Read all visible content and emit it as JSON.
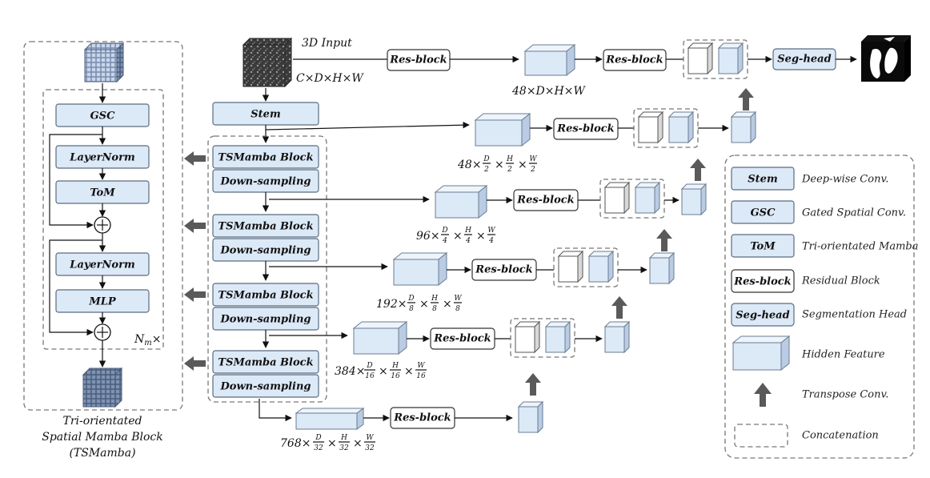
{
  "input": {
    "title": "3D Input",
    "dims": "C×D×H×W"
  },
  "blocks": {
    "stem": "Stem",
    "tsmamba": "TSMamba Block",
    "down": "Down-sampling",
    "resblock": "Res-block",
    "seghead": "Seg-head"
  },
  "tsmamba_detail": {
    "gsc": "GSC",
    "layernorm": "LayerNorm",
    "tom": "ToM",
    "mlp": "MLP",
    "repeat": "N",
    "repeat_sub": "m",
    "repeat_times": "×",
    "caption_line1": "Tri-orientated",
    "caption_line2": "Spatial Mamba Block",
    "caption_line3": "(TSMamba)",
    "plus": "+"
  },
  "features": [
    {
      "mult": "48×D×H×W"
    },
    {
      "mult": "48×",
      "den": "2"
    },
    {
      "mult": "96×",
      "den": "4"
    },
    {
      "mult": "192×",
      "den": "8"
    },
    {
      "mult": "384×",
      "den": "16"
    },
    {
      "mult": "768×",
      "den": "32"
    }
  ],
  "frac_letters": {
    "d": "D",
    "h": "H",
    "w": "W",
    "times": "×"
  },
  "legend": {
    "items": [
      {
        "key": "Stem",
        "desc": "Deep-wise Conv."
      },
      {
        "key": "GSC",
        "desc": "Gated Spatial Conv."
      },
      {
        "key": "ToM",
        "desc": "Tri-orientated Mamba"
      },
      {
        "key": "Res-block",
        "desc": "Residual Block"
      },
      {
        "key": "Seg-head",
        "desc": "Segmentation Head"
      },
      {
        "key": "",
        "desc": "Hidden Feature"
      },
      {
        "key": "",
        "desc": "Transpose Conv."
      },
      {
        "key": "",
        "desc": "Concatenation"
      }
    ]
  },
  "colors": {
    "block_fill": "#dce9f7",
    "block_stroke": "#5a6c80",
    "arrow_gray": "#5a5a5a"
  }
}
